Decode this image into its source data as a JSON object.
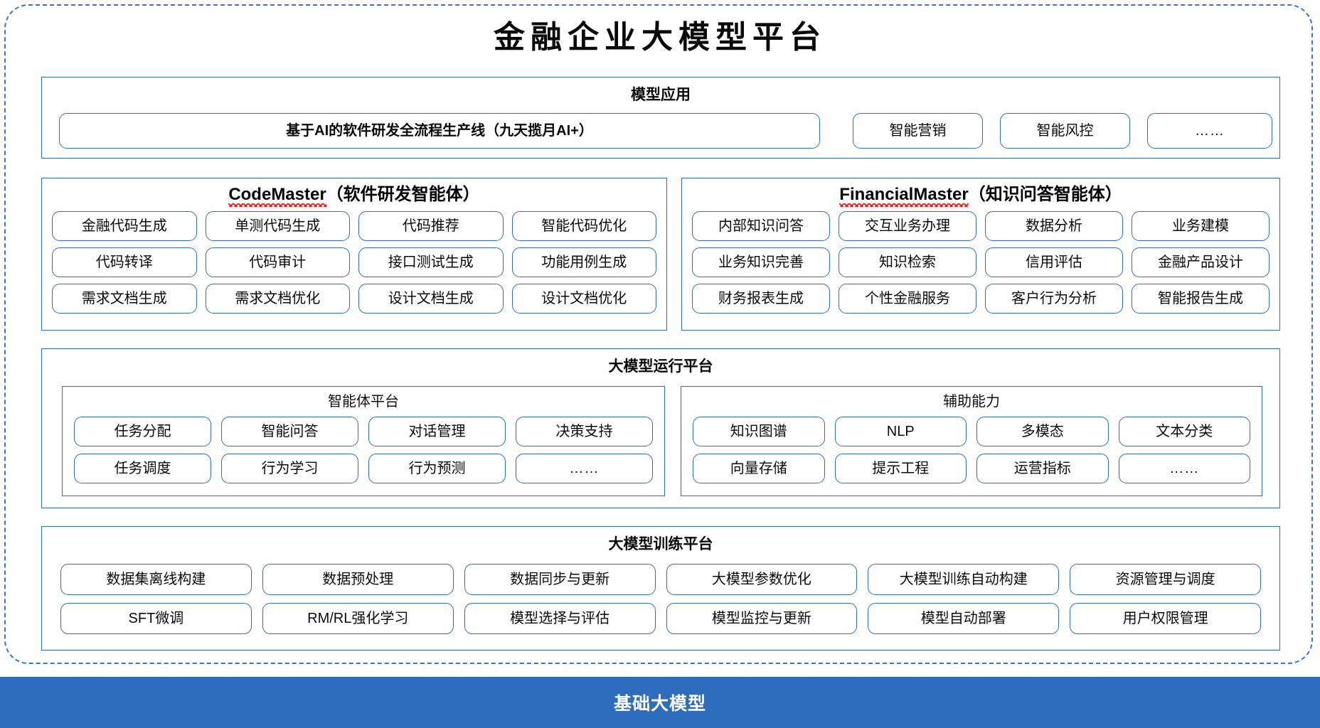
{
  "page": {
    "title": "金融企业大模型平台"
  },
  "model_application": {
    "title": "模型应用",
    "items": [
      "基于AI的软件研发全流程生产线（九天揽月AI+）",
      "智能营销",
      "智能风控",
      "……"
    ]
  },
  "agents": [
    {
      "name_en": "CodeMaster",
      "name_cn": "（软件研发智能体）",
      "spellcheck_underline": true,
      "items": [
        "金融代码生成",
        "单测代码生成",
        "代码推荐",
        "智能代码优化",
        "代码转译",
        "代码审计",
        "接口测试生成",
        "功能用例生成",
        "需求文档生成",
        "需求文档优化",
        "设计文档生成",
        "设计文档优化"
      ]
    },
    {
      "name_en": "FinancialMaster",
      "name_cn": "（知识问答智能体）",
      "spellcheck_underline": true,
      "items": [
        "内部知识问答",
        "交互业务办理",
        "数据分析",
        "业务建模",
        "业务知识完善",
        "知识检索",
        "信用评估",
        "金融产品设计",
        "财务报表生成",
        "个性金融服务",
        "客户行为分析",
        "智能报告生成"
      ]
    }
  ],
  "runtime_platform": {
    "title": "大模型运行平台",
    "panels": [
      {
        "title": "智能体平台",
        "items": [
          "任务分配",
          "智能问答",
          "对话管理",
          "决策支持",
          "任务调度",
          "行为学习",
          "行为预测",
          "……"
        ]
      },
      {
        "title": "辅助能力",
        "items": [
          "知识图谱",
          "NLP",
          "多模态",
          "文本分类",
          "向量存储",
          "提示工程",
          "运营指标",
          "……"
        ]
      }
    ]
  },
  "training_platform": {
    "title": "大模型训练平台",
    "items": [
      "数据集离线构建",
      "数据预处理",
      "数据同步与更新",
      "大模型参数优化",
      "大模型训练自动构建",
      "资源管理与调度",
      "SFT微调",
      "RM/RL强化学习",
      "模型选择与评估",
      "模型监控与更新",
      "模型自动部署",
      "用户权限管理"
    ]
  },
  "foundation": {
    "label": "基础大模型"
  },
  "colors": {
    "border_blue": "#2E6CBE",
    "dashed_blue": "#3D6FD8",
    "bar_blue": "#2E6CBE",
    "spellcheck_red": "#FF1010",
    "text_black": "#0A0A0A",
    "background": "#FFFFFF"
  }
}
